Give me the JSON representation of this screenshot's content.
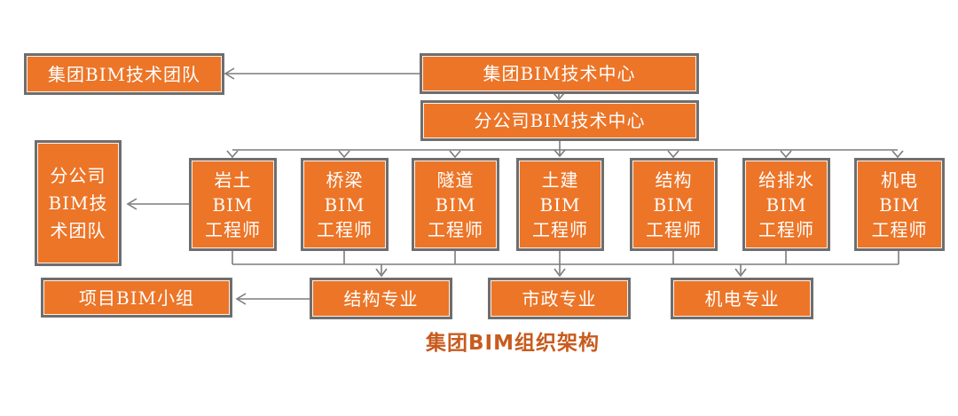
{
  "diagram": {
    "caption": "集团BIM组织架构",
    "colors": {
      "box_fill": "#EC7528",
      "box_border": "#6E6E6E",
      "box_text": "#FFFFFF",
      "connector_line": "#7C7C7C",
      "caption_text": "#C75B1E"
    },
    "nodes": {
      "group_team": {
        "label": "集团BIM技术团队"
      },
      "group_center": {
        "label": "集团BIM技术中心"
      },
      "branch_center": {
        "label": "分公司BIM技术中心"
      },
      "branch_team": {
        "label": "分公司\nBIM技\n术团队"
      },
      "project_group": {
        "label": "项目BIM小组"
      },
      "engineers": [
        {
          "label": "岩土\nBIM\n工程师"
        },
        {
          "label": "桥梁\nBIM\n工程师"
        },
        {
          "label": "隧道\nBIM\n工程师"
        },
        {
          "label": "土建\nBIM\n工程师"
        },
        {
          "label": "结构\nBIM\n工程师"
        },
        {
          "label": "给排水\nBIM\n工程师"
        },
        {
          "label": "机电\nBIM\n工程师"
        }
      ],
      "disciplines": [
        {
          "label": "结构专业"
        },
        {
          "label": "市政专业"
        },
        {
          "label": "机电专业"
        }
      ]
    }
  }
}
